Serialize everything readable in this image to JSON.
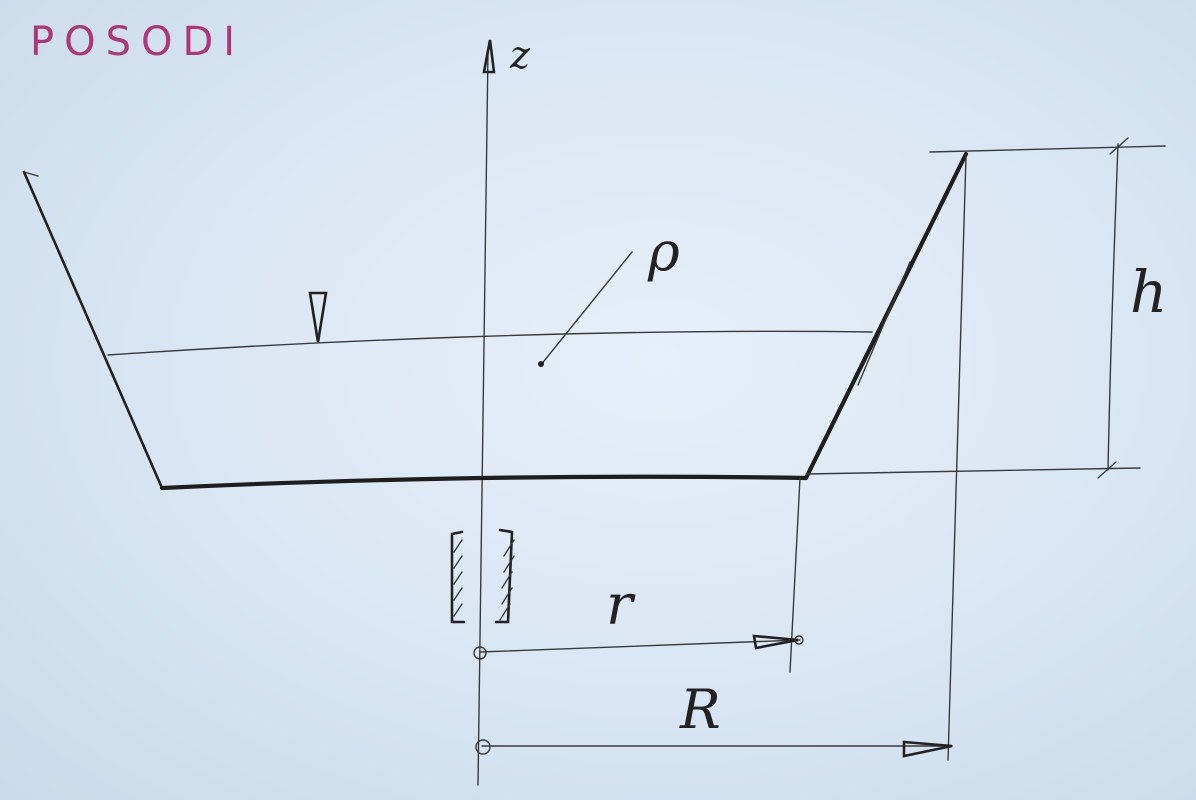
{
  "title": "POSODI",
  "labels": {
    "z_axis": "z",
    "density": "ρ",
    "height": "h",
    "inner_radius": "r",
    "outer_radius": "R"
  },
  "colors": {
    "paper": "#d8e6f3",
    "ink": "#222222",
    "title_ink": "#b0367a"
  },
  "icons": {
    "free_surface_marker": "downward-triangle",
    "bearing": "hatched-bearing-symbol"
  }
}
